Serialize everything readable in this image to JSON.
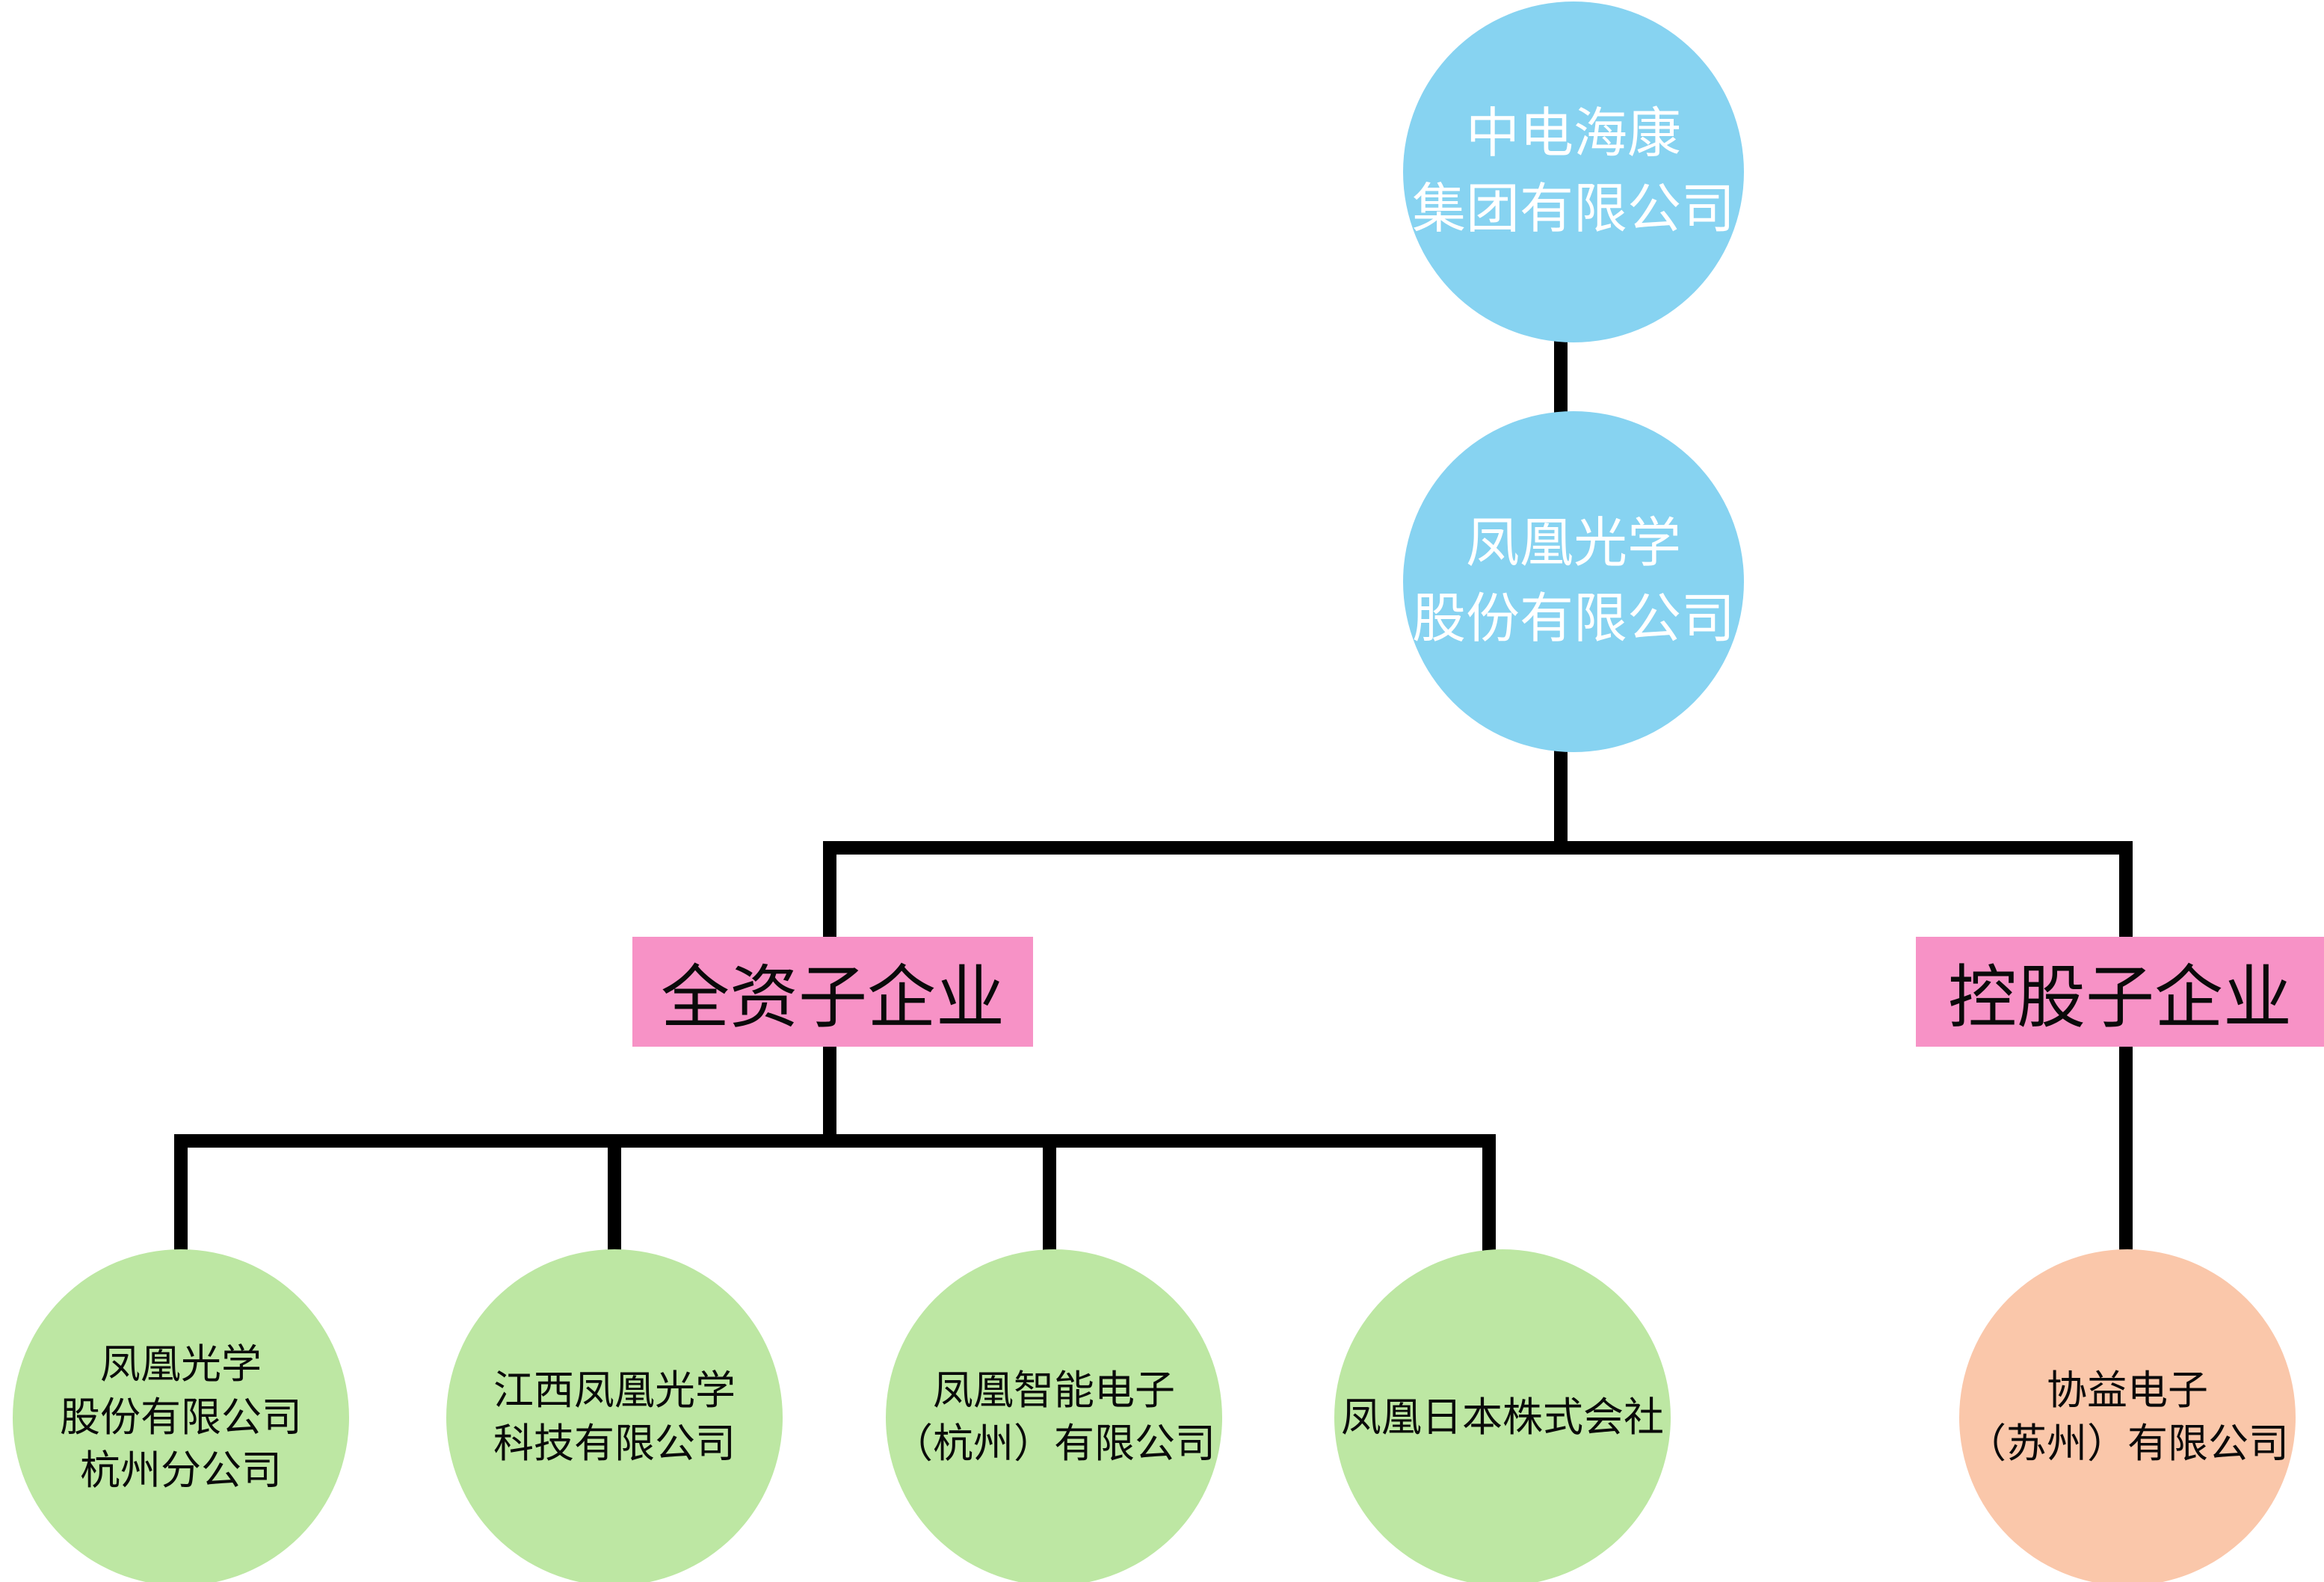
{
  "colors": {
    "blue": "#87d3f1",
    "green": "#bde7a3",
    "pink": "#f792c6",
    "orange": "#fac7aa",
    "line": "#000000"
  },
  "org_chart": {
    "root": {
      "lines": [
        "中电海康",
        "集团有限公司"
      ]
    },
    "listed_company": {
      "lines": [
        "凤凰光学",
        "股份有限公司"
      ]
    },
    "branches": {
      "wholly_owned_label": "全资子企业",
      "holding_label": "控股子企业"
    },
    "wholly_owned_subsidiaries": [
      {
        "lines": [
          "凤凰光学",
          "股份有限公司",
          "杭州分公司"
        ]
      },
      {
        "lines": [
          "江西凤凰光学",
          "科技有限公司"
        ]
      },
      {
        "lines": [
          "凤凰智能电子",
          "（杭州）有限公司"
        ]
      },
      {
        "lines": [
          "凤凰日本株式会社"
        ]
      }
    ],
    "holding_subsidiaries": [
      {
        "lines": [
          "协益电子",
          "（苏州）有限公司"
        ]
      }
    ]
  }
}
